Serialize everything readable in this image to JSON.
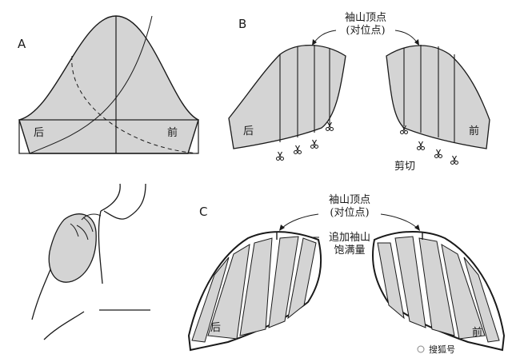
{
  "panel_a": {
    "label": "A",
    "back_label": "后",
    "front_label": "前"
  },
  "panel_b": {
    "label": "B",
    "callout_line1": "袖山顶点",
    "callout_line2": "(对位点)",
    "back_label": "后",
    "front_label": "前",
    "cut_label": "剪切"
  },
  "panel_c": {
    "label": "C",
    "callout_line1": "袖山顶点",
    "callout_line2": "(对位点)",
    "added_line1": "追加袖山",
    "added_line2": "饱满量",
    "back_label": "后",
    "front_label": "前"
  },
  "watermark": "搜狐号"
}
